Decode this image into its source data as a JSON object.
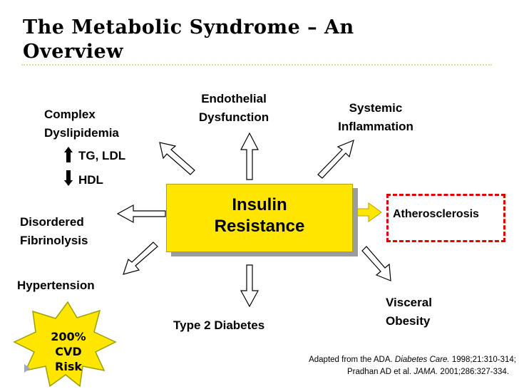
{
  "title_line1": "The Metabolic Syndrome – An",
  "title_line2": "Overview",
  "center": {
    "line1": "Insulin",
    "line2": "Resistance"
  },
  "endothelial": {
    "line1": "Endothelial",
    "line2": "Dysfunction"
  },
  "systemic": {
    "line1": "Systemic",
    "line2": "Inflammation"
  },
  "dyslipidemia": {
    "line1": "Complex",
    "line2": "Dyslipidemia",
    "up_item": "TG, LDL",
    "down_item": "HDL"
  },
  "fibrinolysis": {
    "line1": "Disordered",
    "line2": "Fibrinolysis"
  },
  "hypertension": "Hypertension",
  "atherosclerosis": "Atherosclerosis",
  "diabetes": "Type 2 Diabetes",
  "obesity": {
    "line1": "Visceral",
    "line2": "Obesity"
  },
  "burst": {
    "line1": "200%",
    "line2": "CVD",
    "line3": "Risk"
  },
  "source": {
    "line1_pre": "Adapted from the ADA. ",
    "line1_journal": "Diabetes Care.",
    "line1_post": " 1998;21:310-314;",
    "line2_pre": "Pradhan AD et al. ",
    "line2_journal": "JAMA.",
    "line2_post": " 2001;286:327-334."
  },
  "colors": {
    "center_fill": "#ffe600",
    "highlight_border": "#e00000",
    "burst_fill": "#ffe600",
    "arrow_fill": "#ffffff"
  }
}
